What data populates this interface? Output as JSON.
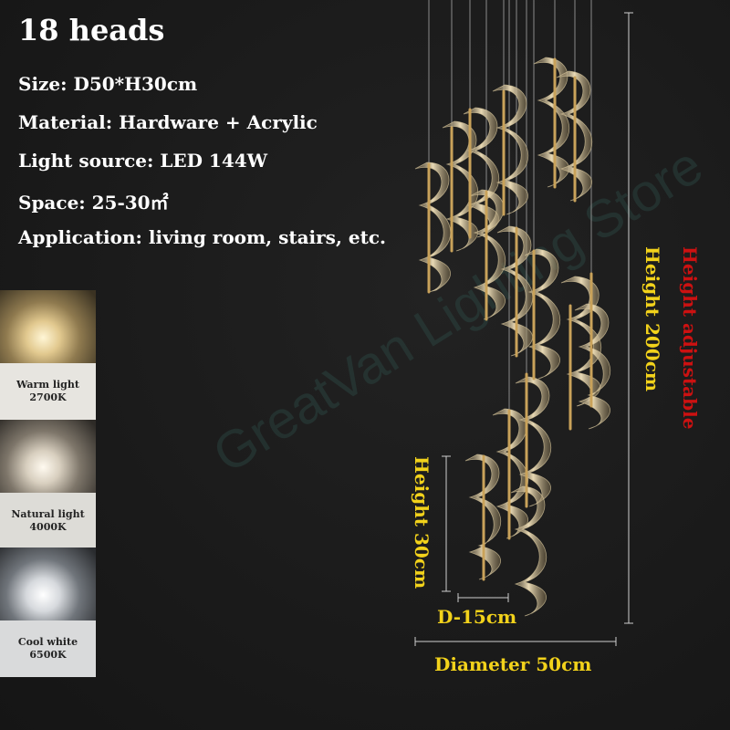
{
  "title": "18 heads",
  "specs": [
    "Size: D50*H30cm",
    "Material: Hardware + Acrylic",
    "Light source: LED 144W",
    "Space: 25-30㎡",
    "Application: living room, stairs, etc."
  ],
  "swatches": [
    {
      "name": "Warm light",
      "temp": "2700K"
    },
    {
      "name": "Natural light",
      "temp": "4000K"
    },
    {
      "name": "Cool white",
      "temp": "6500K"
    }
  ],
  "dimensions": {
    "height_total": "Height 200cm",
    "height_adjustable": "Height adjustable",
    "height_head": "Height 30cm",
    "head_diameter": "D-15cm",
    "diameter": "Diameter 50cm"
  },
  "watermark": "GreatVan Lighting Store",
  "colors": {
    "background": "#1b1b1b",
    "dimension_yellow": "#f2d21b",
    "adjustable_red": "#cc1111",
    "gold_rod": "#c9a25a"
  }
}
